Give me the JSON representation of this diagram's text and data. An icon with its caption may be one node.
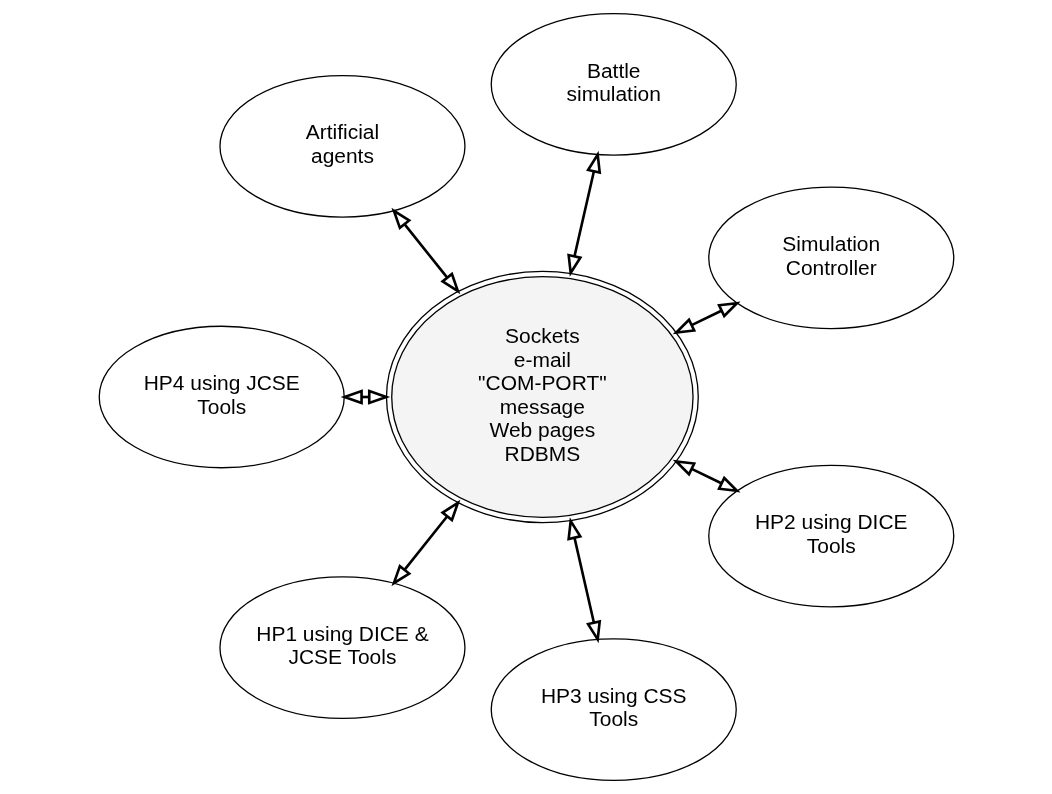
{
  "diagram": {
    "nodes": [
      {
        "text": [
          "Simulation Controller"
        ]
      },
      {
        "text": [
          "Battle simulation"
        ]
      },
      {
        "text": [
          "Artificial agents"
        ]
      },
      {
        "text": [
          "Sockets",
          "e-mail",
          "\"COM-PORT\" message",
          "Web pages",
          "RDBMS"
        ]
      },
      {
        "text": [
          "HP4 using JCSE Tools"
        ]
      },
      {
        "text": [
          "HP1 using DICE & JCSE Tools"
        ]
      },
      {
        "text": [
          "HP3 using CSS Tools"
        ]
      },
      {
        "text": [
          "HP2 using DICE Tools"
        ]
      }
    ],
    "edges": [
      {
        "from": 3,
        "to": 0,
        "arrow": "both"
      },
      {
        "from": 3,
        "to": 1,
        "arrow": "both"
      },
      {
        "from": 3,
        "to": 2,
        "arrow": "both"
      },
      {
        "from": 3,
        "to": 4,
        "arrow": "both"
      },
      {
        "from": 3,
        "to": 5,
        "arrow": "both"
      },
      {
        "from": 3,
        "to": 6,
        "arrow": "both"
      },
      {
        "from": 3,
        "to": 7,
        "arrow": "both"
      }
    ]
  }
}
